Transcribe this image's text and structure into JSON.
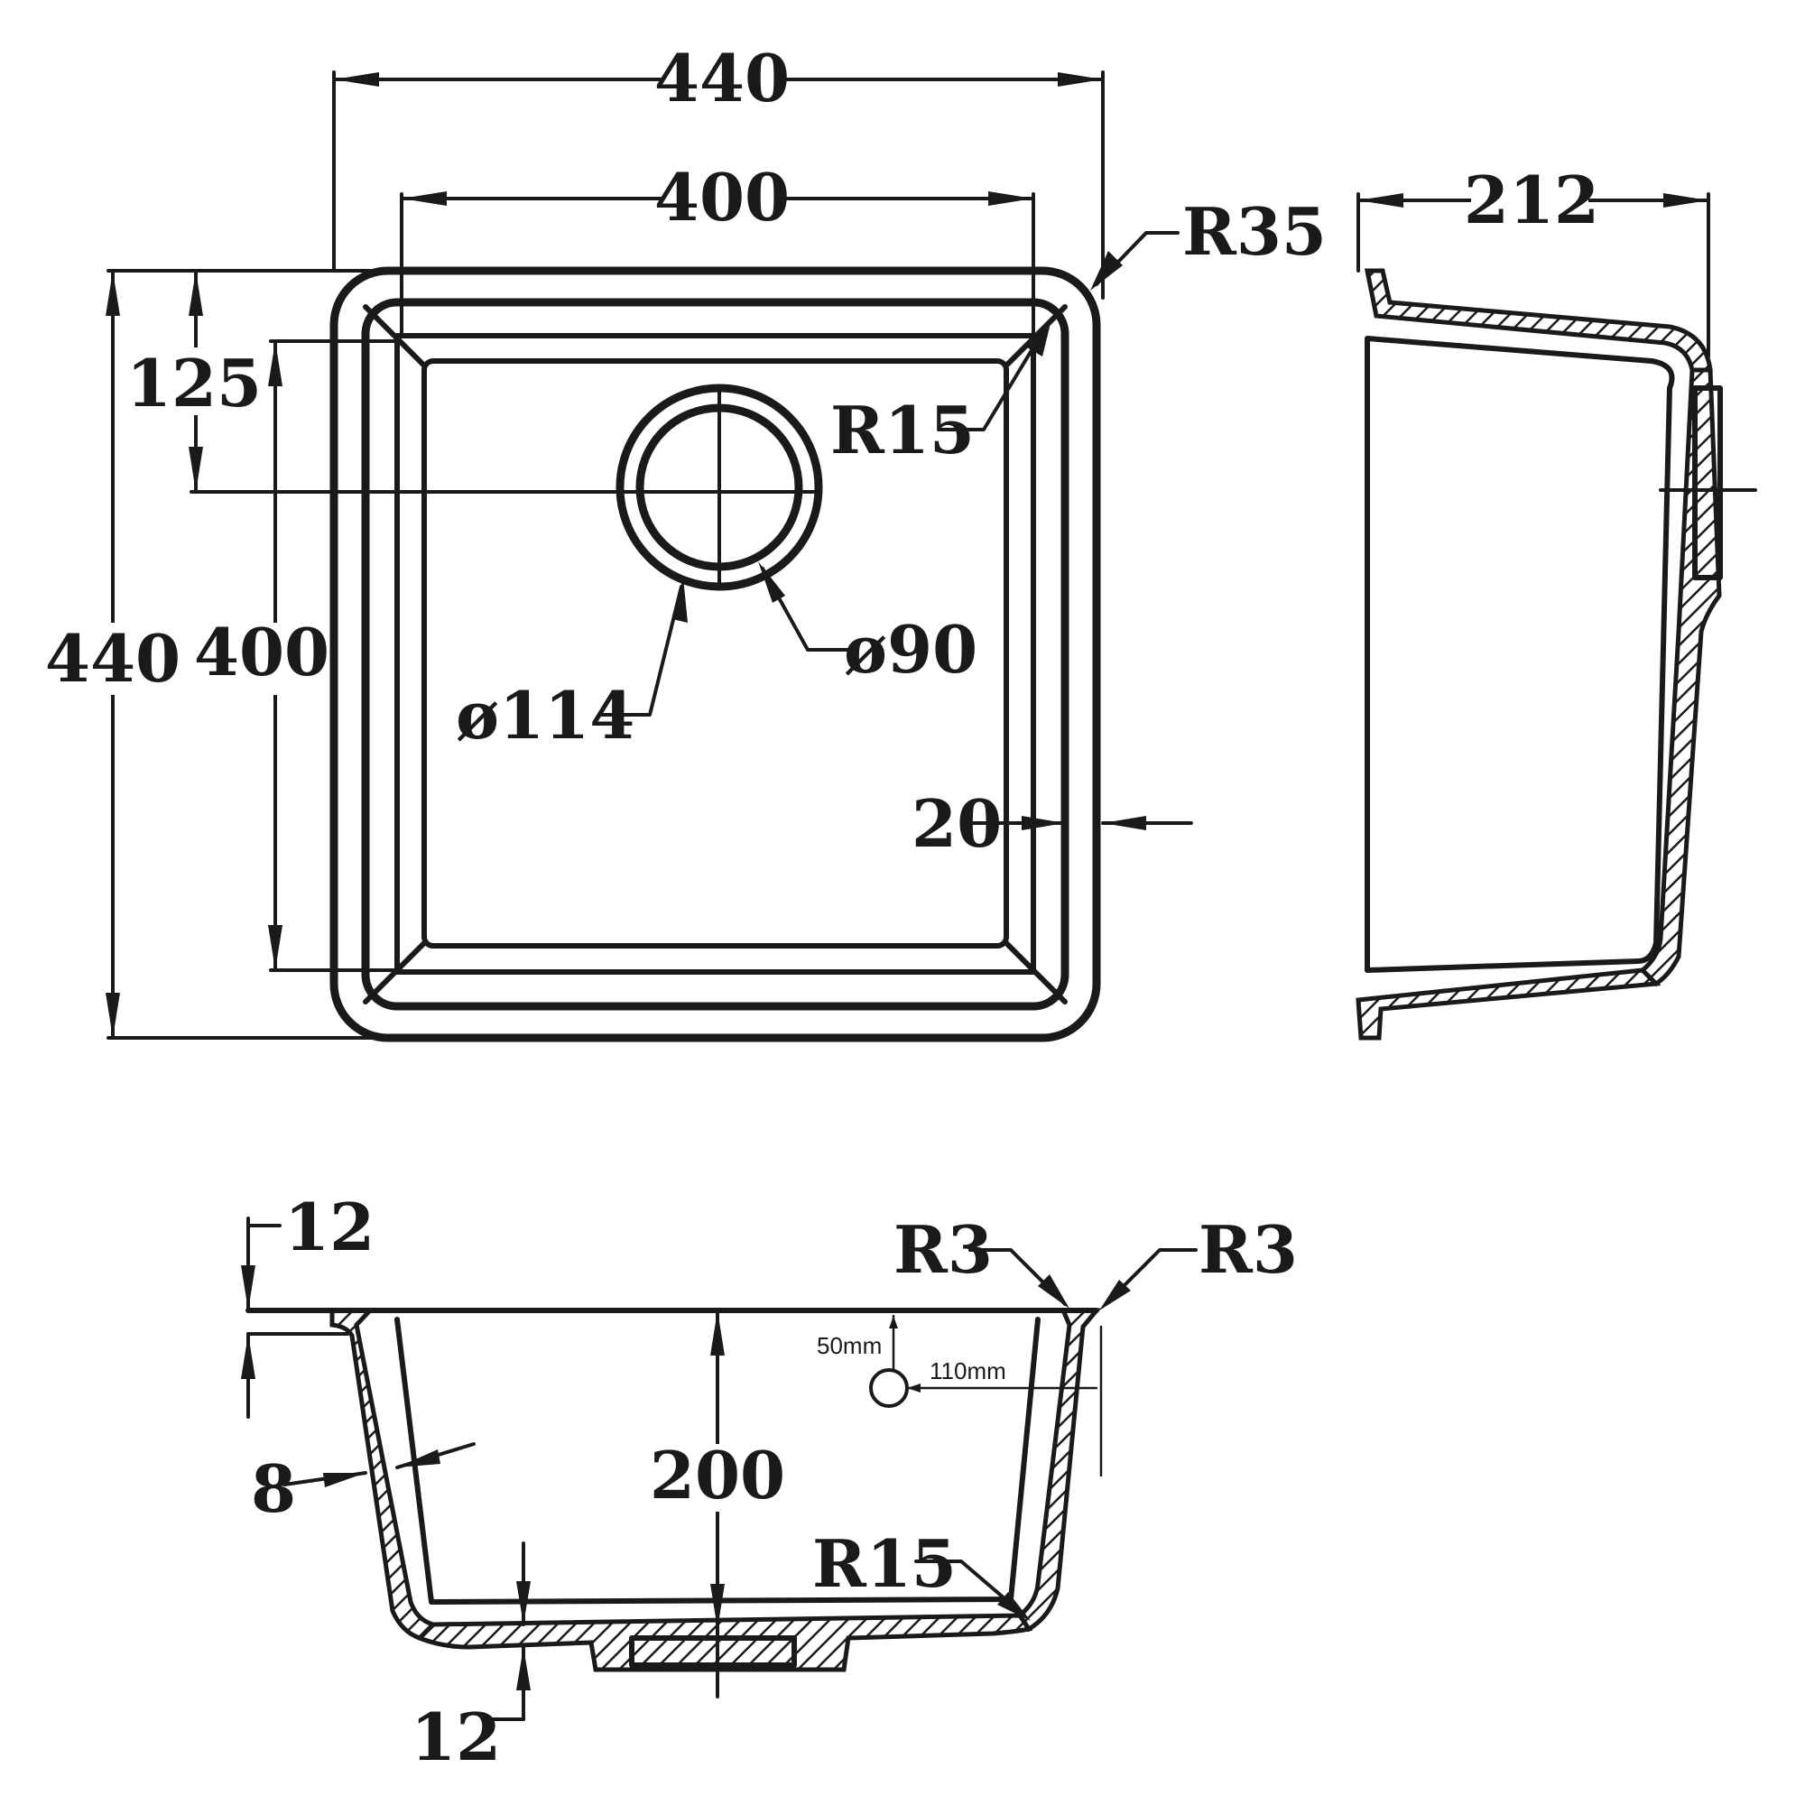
{
  "top_view": {
    "dim_overall_width": "440",
    "dim_inner_width": "400",
    "dim_overall_height": "440",
    "dim_inner_height": "400",
    "dim_waste_offset": "125",
    "dim_corner_outer": "R35",
    "dim_corner_inner": "R15",
    "dim_waste_outer": "ø114",
    "dim_waste_inner": "ø90",
    "dim_rim": "20"
  },
  "side_view": {
    "dim_depth": "212"
  },
  "section_view": {
    "dim_rim_thickness": "12",
    "dim_wall_thickness": "8",
    "dim_base_thickness": "12",
    "dim_bowl_depth": "200",
    "dim_radius_left": "R3",
    "dim_radius_right": "R3",
    "dim_base_radius": "R15",
    "overflow_vertical": "50mm",
    "overflow_horizontal": "110mm"
  }
}
